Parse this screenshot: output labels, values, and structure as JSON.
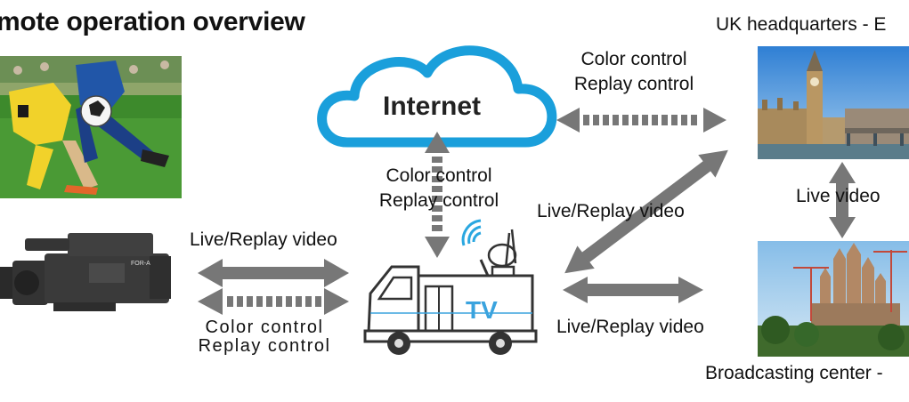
{
  "title": "mote operation overview",
  "places": {
    "uk_hq": "UK headquarters - E",
    "broadcast_center": "Broadcasting center -"
  },
  "cloud_label": "Internet",
  "tv_label": "TV",
  "camera_brand": "FOR-A",
  "labels": {
    "top_right_control_1": "Color control",
    "top_right_control_2": "Replay control",
    "center_control_1": "Color control",
    "center_control_2": "Replay control",
    "camera_video": "Live/Replay video",
    "camera_control_1": "Color control",
    "camera_control_2": "Replay control",
    "diag_video": "Live/Replay video",
    "right_video": "Live/Replay video",
    "live_video": "Live video"
  },
  "colors": {
    "arrow": "#777777",
    "cloud_stroke": "#1a9fdb",
    "tv_blue": "#3aa3de",
    "signal_blue": "#2aa7e0"
  }
}
